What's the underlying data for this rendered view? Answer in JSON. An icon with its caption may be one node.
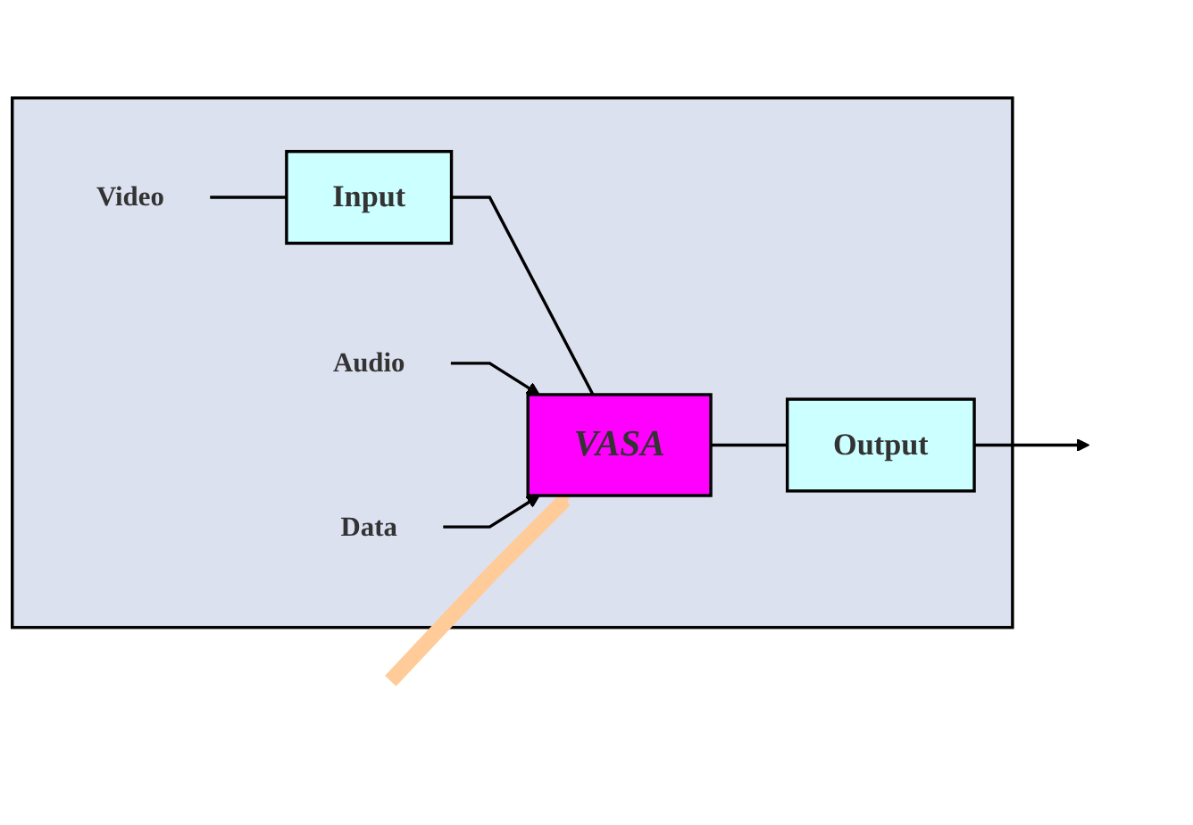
{
  "diagram": {
    "nodes": [
      {
        "text": [],
        "shape": "box"
      },
      {
        "text": [
          "Video"
        ],
        "in": 0
      },
      {
        "text": [
          "Input"
        ],
        "in": 0
      },
      {
        "text": [
          "VASA"
        ],
        "in": 0
      },
      {
        "text": [
          "Output"
        ],
        "in": 0
      },
      {
        "text": [
          "Audio"
        ],
        "in": 0
      },
      {
        "text": [
          "Data"
        ],
        "in": 0
      }
    ],
    "edges": [
      {
        "from": 1,
        "to": 2,
        "arrow": "none"
      },
      {
        "from": 2,
        "to": 3,
        "arrow": "none"
      },
      {
        "from": 5,
        "to": 3,
        "arrow": "to"
      },
      {
        "from": 6,
        "to": 3,
        "arrow": "to"
      },
      {
        "from": 3,
        "to": 4,
        "arrow": "none"
      },
      {
        "from": 4,
        "to": null,
        "arrow": "to"
      },
      {
        "from": null,
        "to": 3,
        "arrow": "to",
        "style": "thick",
        "color": "#ffcc99"
      }
    ]
  }
}
